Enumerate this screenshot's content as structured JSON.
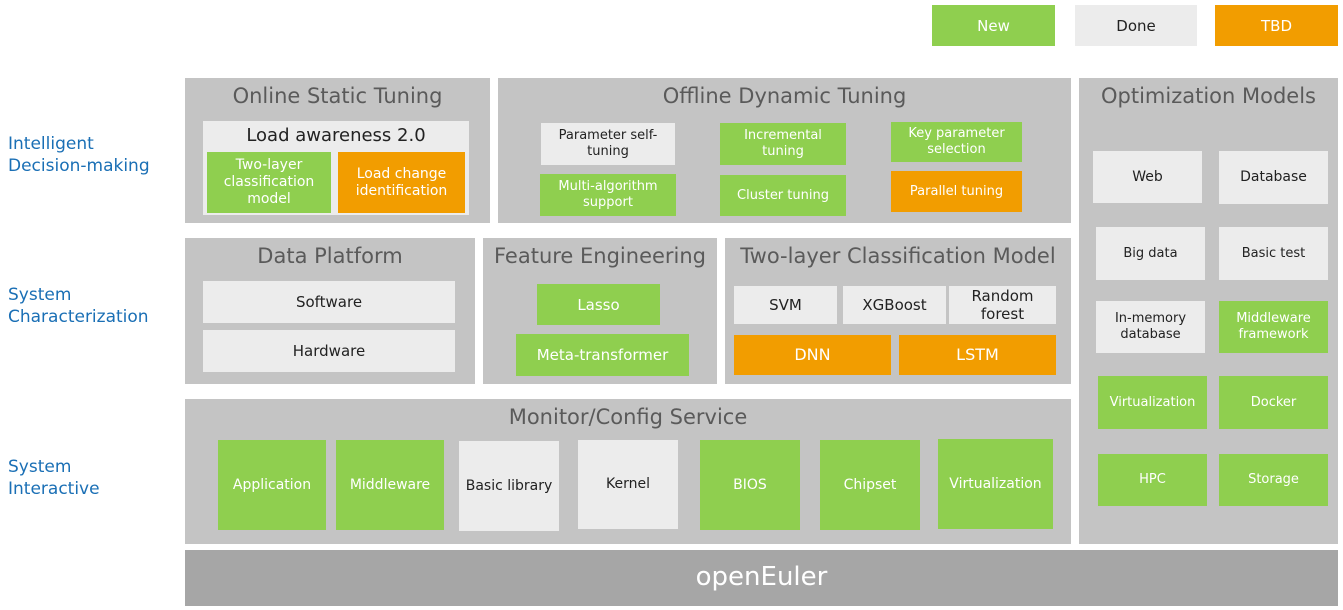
{
  "colors": {
    "new": "#8fcf4f",
    "done": "#ececec",
    "tbd": "#f29d00",
    "panel": "#c4c4c4",
    "base": "#a6a6a6",
    "side_text": "#1a6fb5"
  },
  "legend": {
    "new": "New",
    "done": "Done",
    "tbd": "TBD"
  },
  "side_labels": {
    "intelligent_1": "Intelligent",
    "intelligent_2": "Decision-making",
    "characterization_1": "System",
    "characterization_2": "Characterization",
    "interactive_1": "System",
    "interactive_2": "Interactive"
  },
  "online_static": {
    "title": "Online Static Tuning",
    "load_awareness": "Load awareness 2.0",
    "two_layer": "Two-layer classification model",
    "load_change": "Load change identification"
  },
  "offline_dynamic": {
    "title": "Offline Dynamic Tuning",
    "param_self": "Parameter self-tuning",
    "incremental": "Incremental tuning",
    "key_param": "Key parameter selection",
    "multi_algo": "Multi-algorithm support",
    "cluster": "Cluster tuning",
    "parallel": "Parallel tuning"
  },
  "data_platform": {
    "title": "Data Platform",
    "software": "Software",
    "hardware": "Hardware"
  },
  "feature_engineering": {
    "title": "Feature Engineering",
    "lasso": "Lasso",
    "meta": "Meta-transformer"
  },
  "classification": {
    "title": "Two-layer Classification Model",
    "svm": "SVM",
    "xgboost": "XGBoost",
    "random_forest": "Random forest",
    "dnn": "DNN",
    "lstm": "LSTM"
  },
  "monitor": {
    "title": "Monitor/Config Service",
    "application": "Application",
    "middleware": "Middleware",
    "basic_library": "Basic library",
    "kernel": "Kernel",
    "bios": "BIOS",
    "chipset": "Chipset",
    "virtualization": "Virtualization"
  },
  "optimization": {
    "title": "Optimization Models",
    "web": "Web",
    "database": "Database",
    "big_data": "Big data",
    "basic_test": "Basic test",
    "in_memory": "In-memory database",
    "middleware_fw": "Middleware framework",
    "virtualization": "Virtualization",
    "docker": "Docker",
    "hpc": "HPC",
    "storage": "Storage"
  },
  "base": {
    "title": "openEuler"
  }
}
